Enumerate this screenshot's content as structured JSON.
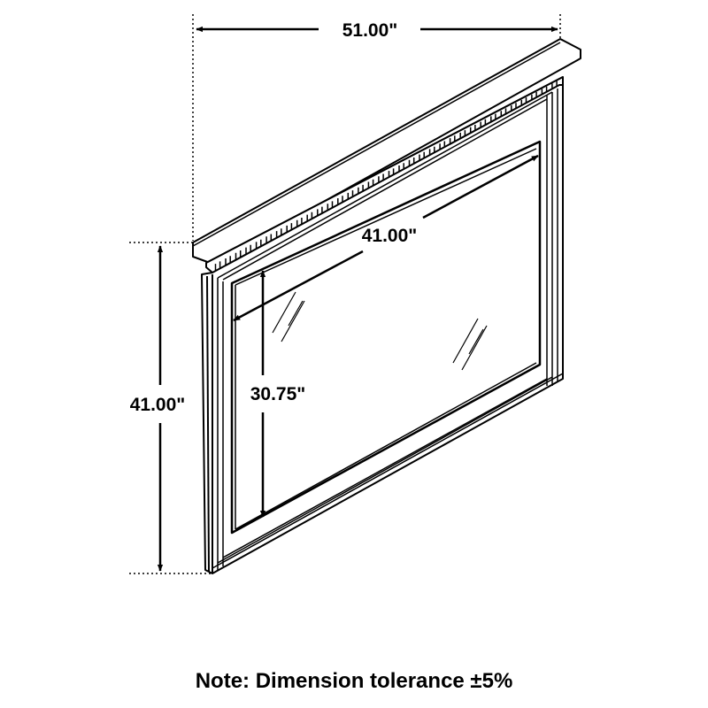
{
  "dimensions": {
    "overall_width": "51.00\"",
    "overall_height": "41.00\"",
    "glass_width": "41.00\"",
    "glass_height": "30.75\""
  },
  "note": "Note: Dimension tolerance ±5%"
}
